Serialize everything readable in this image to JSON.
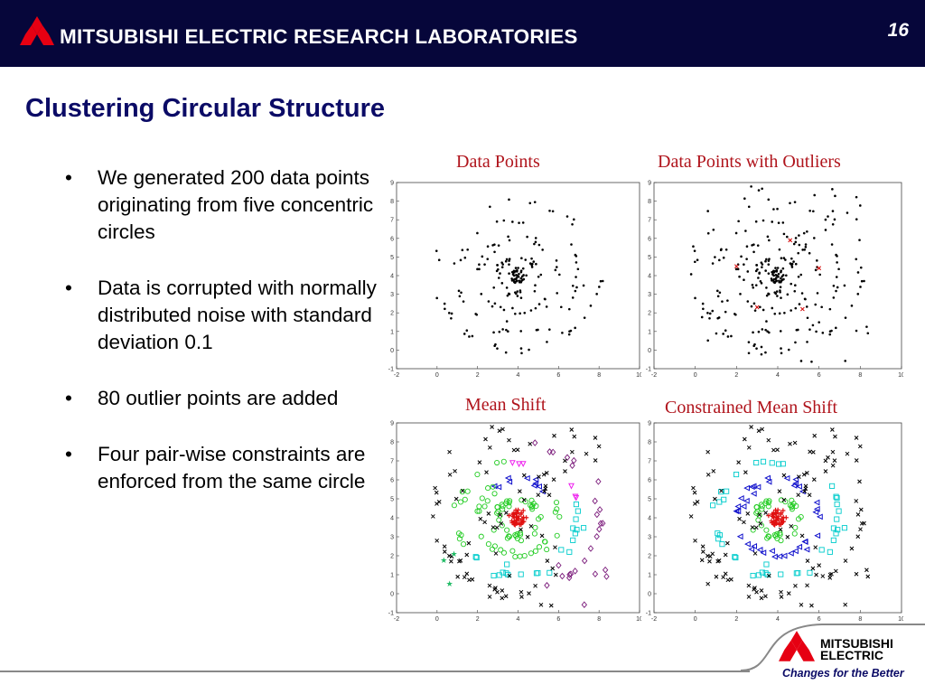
{
  "header": {
    "title": "MITSUBISHI ELECTRIC RESEARCH LABORATORIES",
    "slide_number": "16"
  },
  "slide": {
    "title": "Clustering Circular Structure",
    "bullets": [
      "We generated 200 data points originating from five concentric circles",
      "Data is corrupted with normally distributed noise with standard deviation 0.1",
      "80 outlier points are added",
      "Four pair-wise constraints are enforced from the same circle"
    ],
    "bullet_symbol": "•"
  },
  "plots": [
    {
      "title": "Data Points"
    },
    {
      "title": "Data Points with Outliers"
    },
    {
      "title": "Mean Shift"
    },
    {
      "title": "Constrained Mean Shift"
    }
  ],
  "axis": {
    "x_ticks": [
      "-2",
      "0",
      "2",
      "4",
      "6",
      "8",
      "10"
    ],
    "y_ticks": [
      "9",
      "8",
      "7",
      "6",
      "5",
      "4",
      "3",
      "2",
      "1",
      "0",
      "-1"
    ]
  },
  "footer": {
    "brand_line1": "MITSUBISHI",
    "brand_line2": "ELECTRIC",
    "tagline": "Changes for the Better"
  },
  "colors": {
    "header_bg": "#06063a",
    "title_color": "#0b0b66",
    "plot_title_color": "#b0141c",
    "logo_red": "#e60012"
  }
}
